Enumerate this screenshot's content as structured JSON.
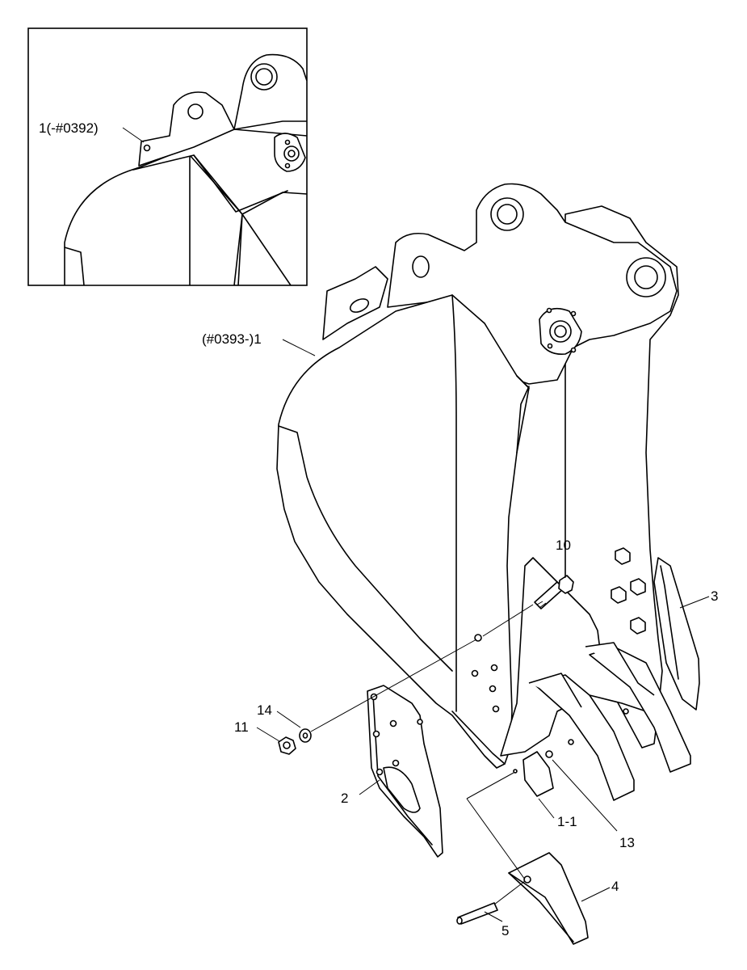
{
  "inset": {
    "label_old_bucket": "1(-#0392)"
  },
  "labels": {
    "bucket_new": "(#0393-)1",
    "side_cutter_right": "3",
    "side_cutter_left": "2",
    "bolt": "10",
    "washer": "14",
    "nut": "11",
    "adapter": "1-1",
    "lock": "13",
    "tooth_point": "4",
    "pin": "5"
  }
}
